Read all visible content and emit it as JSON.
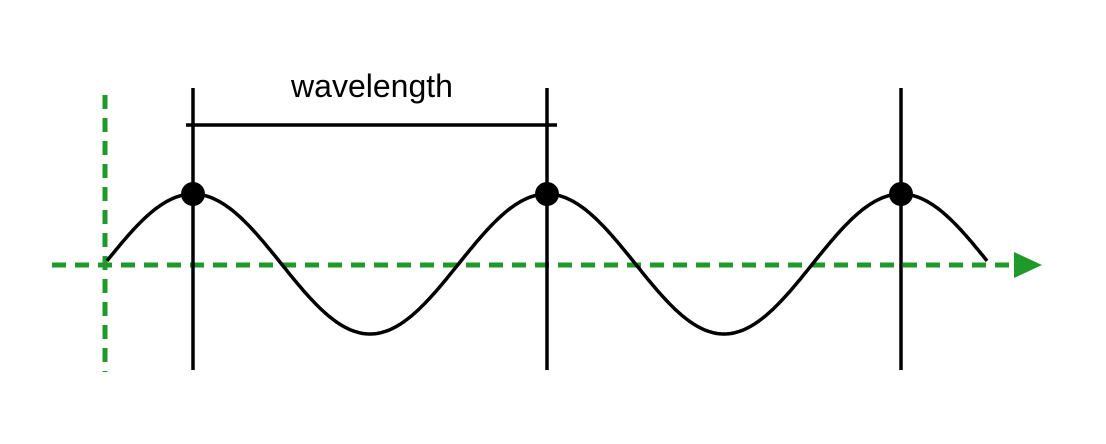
{
  "diagram": {
    "label": "wavelength",
    "colors": {
      "wave": "#000000",
      "axes": "#1f9a2a",
      "markers": "#000000"
    },
    "wave": {
      "cycles_shown": 2.5,
      "peaks_marked": 3,
      "wavelength_bracket_spans_peaks": [
        1,
        2
      ]
    }
  }
}
